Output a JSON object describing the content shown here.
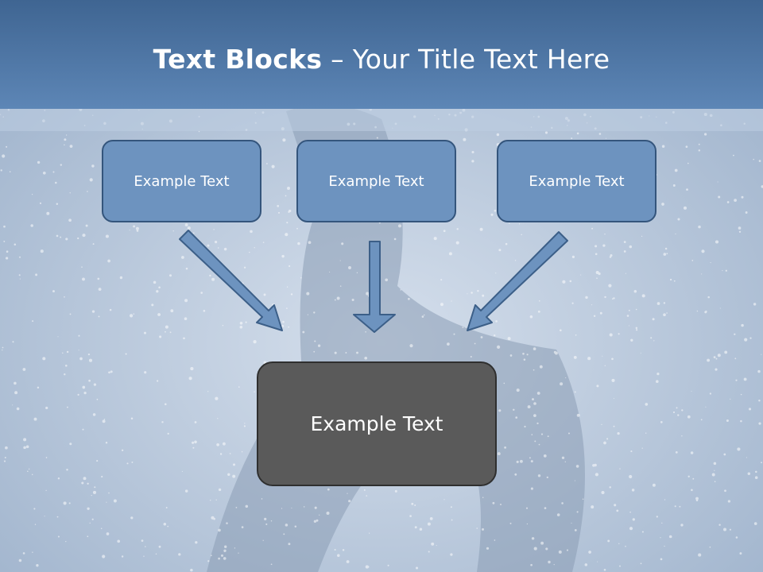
{
  "header": {
    "title_bold": "Text Blocks",
    "title_sep": " – ",
    "title_rest": "Your Title Text Here"
  },
  "blocks": {
    "top": [
      {
        "label": "Example Text"
      },
      {
        "label": "Example Text"
      },
      {
        "label": "Example Text"
      }
    ],
    "bottom": {
      "label": "Example Text"
    }
  },
  "colors": {
    "header": "#4a72a2",
    "small_box": "#6d93bf",
    "small_border": "#34557c",
    "big_box": "#5a5a5a",
    "arrow": "#6d93bf",
    "arrow_outline": "#3c5f88"
  }
}
